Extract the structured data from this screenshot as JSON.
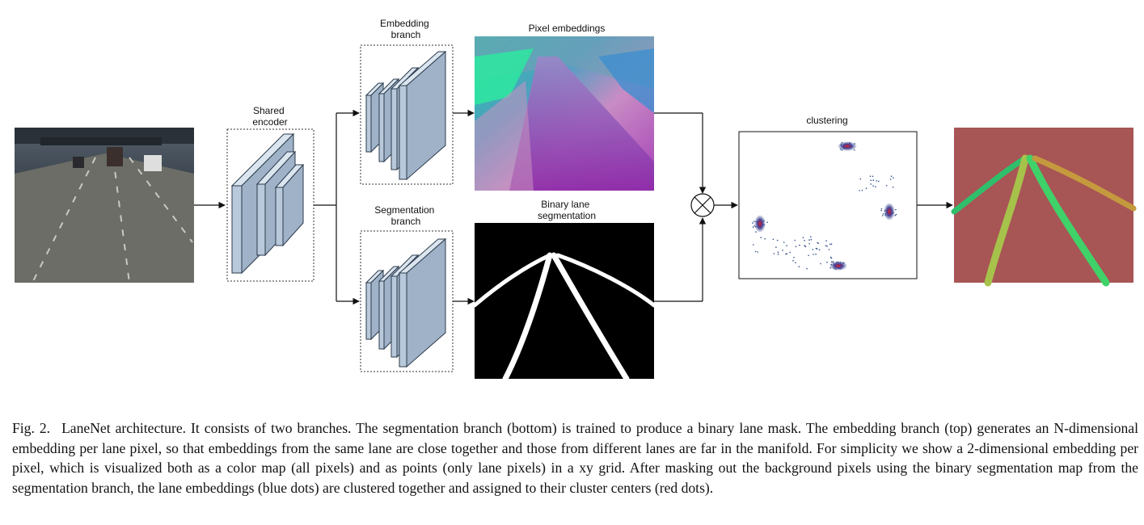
{
  "diagram": {
    "nodes": {
      "input_image": "",
      "shared_encoder": "Shared\nencoder",
      "embedding_branch": "Embedding\nbranch",
      "segmentation_branch": "Segmentation\nbranch",
      "pixel_embeddings": "Pixel embeddings",
      "binary_segmentation": "Binary lane\nsegmentation",
      "clustering": "clustering",
      "output_image": ""
    },
    "operator_symbol": "⊗",
    "colors": {
      "layer_fill": "#b9c9dc",
      "layer_stroke": "#2b3a4a",
      "output_bg": "#a85555",
      "cluster_center": "#d0202a",
      "cluster_points": "#2e4d8a"
    }
  },
  "caption": {
    "figure_label": "Fig. 2.",
    "text": "LaneNet architecture. It consists of two branches. The segmentation branch (bottom) is trained to produce a binary lane mask. The embedding branch (top) generates an N-dimensional embedding per lane pixel, so that embeddings from the same lane are close together and those from different lanes are far in the manifold. For simplicity we show a 2-dimensional embedding per pixel, which is visualized both as a color map (all pixels) and as points (only lane pixels) in a xy grid. After masking out the background pixels using the binary segmentation map from the segmentation branch, the lane embeddings (blue dots) are clustered together and assigned to their cluster centers (red dots)."
  }
}
